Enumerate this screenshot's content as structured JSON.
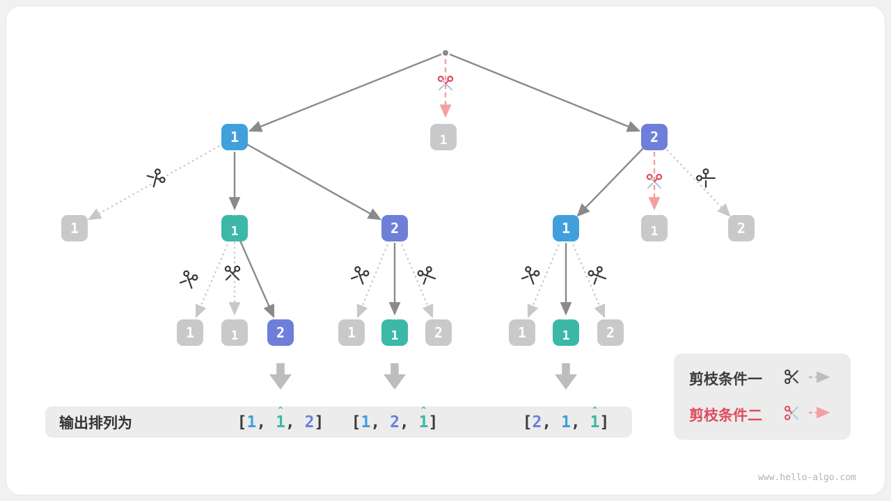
{
  "colors": {
    "blue": "#41a0dc",
    "indigo": "#6d7fd9",
    "teal": "#3cb8a9",
    "gray": "#c9c9c9",
    "edge": "#8a8a8a",
    "dotted": "#c8c8c8",
    "red": "#e14b5e",
    "red_dash": "#f2a0a0",
    "blade": "#b2c9d8",
    "dark": "#3c3c3c",
    "bar": "#ececec",
    "block_arrow": "#bdbdbd",
    "page_bg": "#f1f1f1",
    "card_bg": "#ffffff"
  },
  "glyphs": {
    "hat": "ˆ"
  },
  "tree": {
    "level1": [
      {
        "digit": "1",
        "color": "blue"
      },
      {
        "digit": "1",
        "hat": "ˆ",
        "color": "gray"
      },
      {
        "digit": "2",
        "color": "indigo"
      }
    ],
    "level2": [
      {
        "digit": "1",
        "color": "gray"
      },
      {
        "digit": "1",
        "hat": "ˆ",
        "color": "teal"
      },
      {
        "digit": "2",
        "color": "indigo"
      },
      {
        "digit": "1",
        "color": "blue"
      },
      {
        "digit": "1",
        "hat": "ˆ",
        "color": "gray"
      },
      {
        "digit": "2",
        "color": "gray"
      }
    ],
    "level3": [
      {
        "digit": "1",
        "color": "gray"
      },
      {
        "digit": "1",
        "hat": "ˆ",
        "color": "gray"
      },
      {
        "digit": "2",
        "color": "indigo"
      },
      {
        "digit": "1",
        "color": "gray"
      },
      {
        "digit": "1",
        "hat": "ˆ",
        "color": "teal"
      },
      {
        "digit": "2",
        "color": "gray"
      },
      {
        "digit": "1",
        "color": "gray"
      },
      {
        "digit": "1",
        "hat": "ˆ",
        "color": "teal"
      },
      {
        "digit": "2",
        "color": "gray"
      }
    ]
  },
  "output": {
    "label": "输出排列为",
    "permutations": [
      {
        "segments": [
          "[",
          "1",
          ", ",
          "1",
          ", ",
          "2",
          "]"
        ]
      },
      {
        "segments": [
          "[",
          "1",
          ", ",
          "2",
          ", ",
          "1",
          "]"
        ]
      },
      {
        "segments": [
          "[",
          "2",
          ", ",
          "1",
          ", ",
          "1",
          "]"
        ]
      }
    ]
  },
  "legend": {
    "items": [
      {
        "label": "剪枝条件一"
      },
      {
        "label": "剪枝条件二"
      }
    ]
  },
  "watermark": "www.hello-algo.com"
}
